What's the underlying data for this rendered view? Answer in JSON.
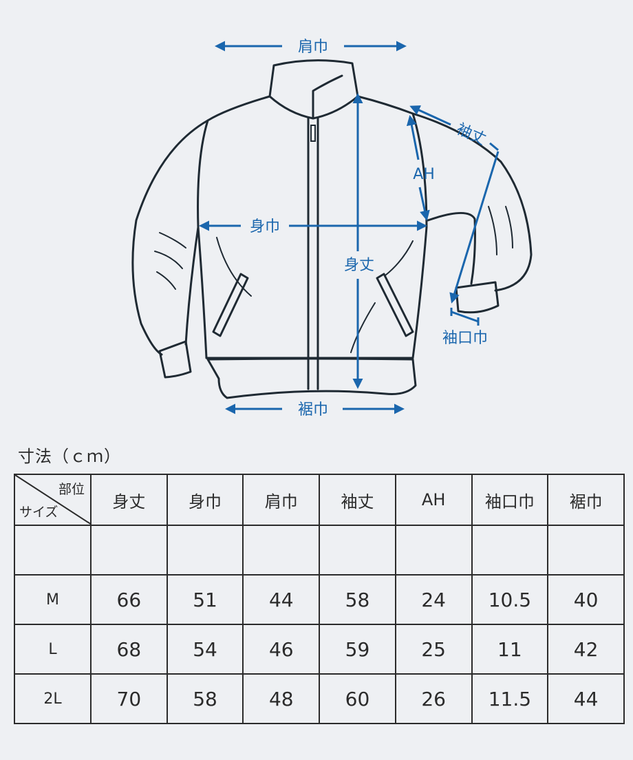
{
  "diagram": {
    "labels": {
      "shoulder": "肩巾",
      "sleeve": "袖丈",
      "armhole": "AH",
      "chest": "身巾",
      "length": "身丈",
      "cuff": "袖口巾",
      "hem": "裾巾"
    }
  },
  "table": {
    "title": "寸法（ｃｍ）",
    "corner_part": "部位",
    "corner_size": "サイズ",
    "headers": [
      "身丈",
      "身巾",
      "肩巾",
      "袖丈",
      "AH",
      "袖口巾",
      "裾巾"
    ],
    "rows": [
      {
        "size": "M",
        "values": [
          "66",
          "51",
          "44",
          "58",
          "24",
          "10.5",
          "40"
        ]
      },
      {
        "size": "L",
        "values": [
          "68",
          "54",
          "46",
          "59",
          "25",
          "11",
          "42"
        ]
      },
      {
        "size": "2L",
        "values": [
          "70",
          "58",
          "48",
          "60",
          "26",
          "11.5",
          "44"
        ]
      }
    ]
  },
  "colors": {
    "background": "#eef0f3",
    "measure_blue": "#1a66ad",
    "line": "#1f2a33"
  }
}
